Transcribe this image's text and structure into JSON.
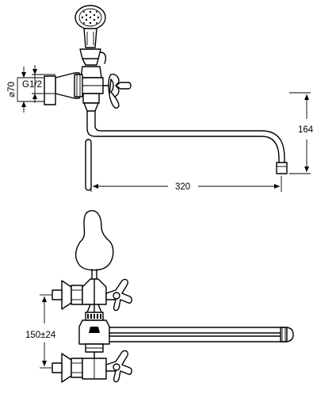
{
  "dimensions": {
    "diameter": "⌀70",
    "thread": "G1/2",
    "height": "164",
    "spout_length": "320",
    "spacing": "150±24"
  }
}
